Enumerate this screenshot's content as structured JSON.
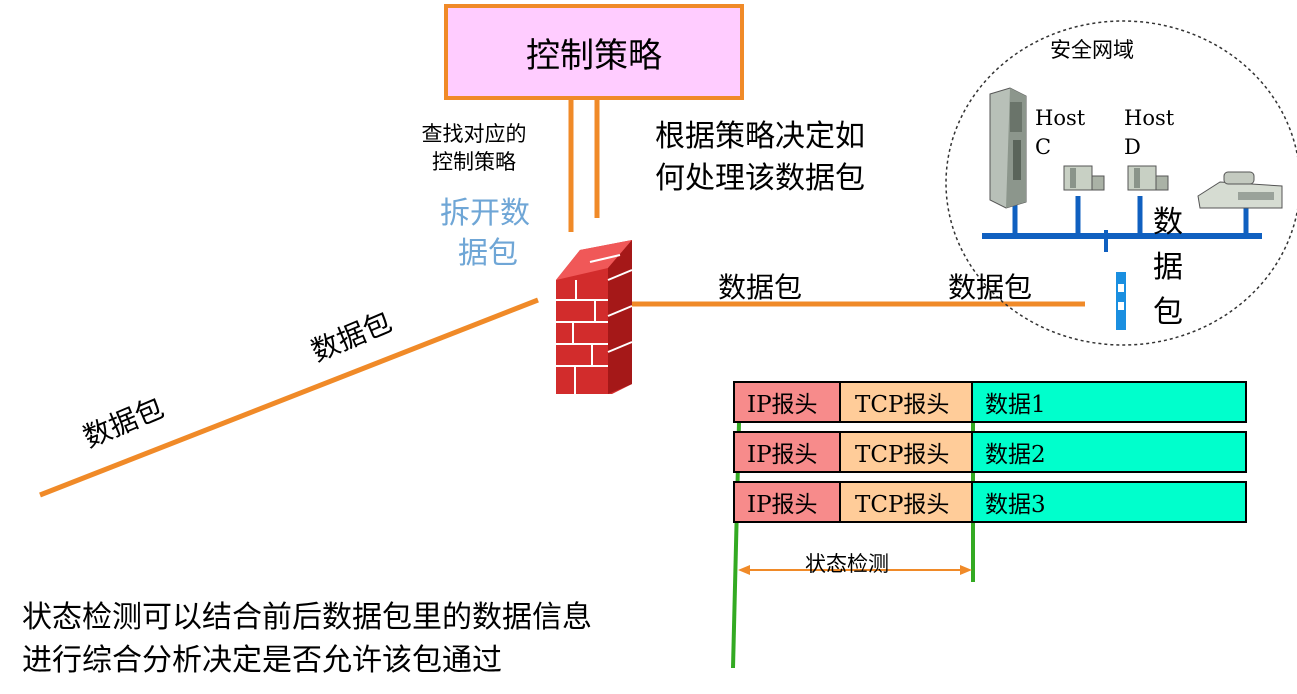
{
  "policy_box": {
    "label": "控制策略"
  },
  "lookup_policy": {
    "line1": "查找对应的",
    "line2": "控制策略"
  },
  "unpack": {
    "line1": "拆开数",
    "line2": "据包"
  },
  "decision": {
    "line1": "根据策略决定如",
    "line2": "何处理该数据包"
  },
  "secure_zone": {
    "label": "安全网域"
  },
  "hosts": [
    {
      "line1": "Host",
      "line2": "C"
    },
    {
      "line1": "Host",
      "line2": "D"
    }
  ],
  "packet_labels": {
    "diag_low": "数据包",
    "diag_high": "数据包",
    "horiz_left": "数据包",
    "horiz_right": "数据包",
    "vertical": [
      "数",
      "据",
      "包"
    ]
  },
  "packet_table": {
    "rows": [
      {
        "ip": "IP报头",
        "tcp": "TCP报头",
        "data": "数据1"
      },
      {
        "ip": "IP报头",
        "tcp": "TCP报头",
        "data": "数据2"
      },
      {
        "ip": "IP报头",
        "tcp": "TCP报头",
        "data": "数据3"
      }
    ],
    "state_check_label": "状态检测"
  },
  "bottom_note": {
    "line1": "状态检测可以结合前后数据包里的数据信息",
    "line2": "进行综合分析决定是否允许该包通过"
  },
  "colors": {
    "orange": "#f08a28",
    "policy_bg": "#ffccff",
    "ip_header": "#f78b8b",
    "tcp_header": "#ffcc99",
    "data_cell": "#00ffcc",
    "green_line": "#33aa22",
    "network_blue": "#1060c0"
  }
}
